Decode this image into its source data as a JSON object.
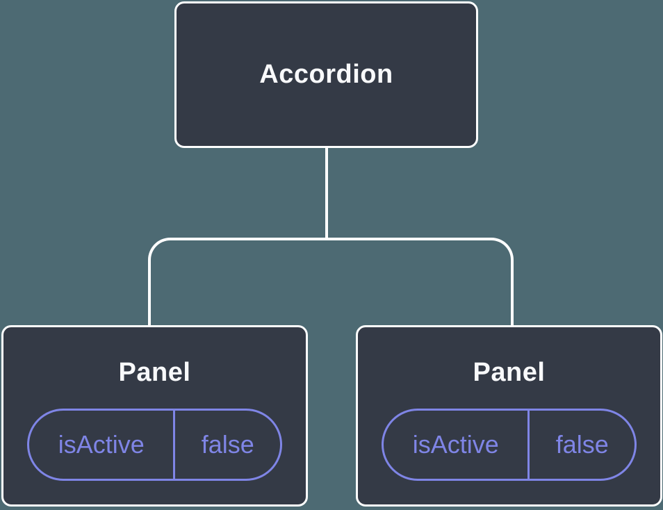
{
  "theme": {
    "bg": "#4D6A73",
    "node-fill": "#343A46",
    "node-border": "#FFFFFF",
    "accent": "#7F85E6",
    "title-color": "#F8F9FB"
  },
  "diagram": {
    "type": "component-tree",
    "root": {
      "label": "Accordion"
    },
    "children": [
      {
        "label": "Panel",
        "state": {
          "key": "isActive",
          "value": "false"
        }
      },
      {
        "label": "Panel",
        "state": {
          "key": "isActive",
          "value": "false"
        }
      }
    ]
  }
}
